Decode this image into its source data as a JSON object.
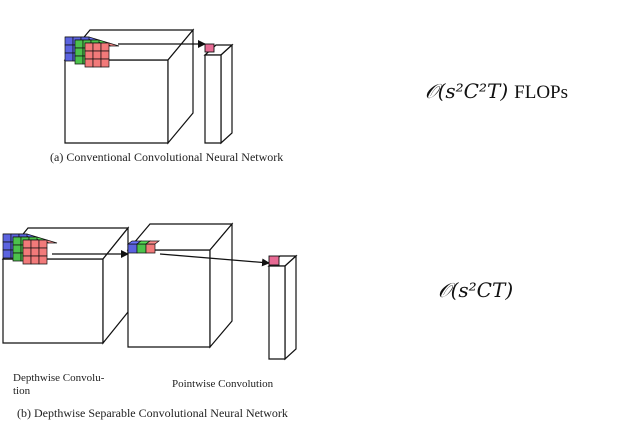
{
  "top_caption": "(a) Conventional Convolutional Neural Network",
  "bottom_caption": "(b) Depthwise Separable Convolutional Neural Network",
  "top_formula": "𝒪(s²C²T)",
  "top_formula_unit": "FLOPs",
  "bottom_formula": "𝒪(s²CT)",
  "depthwise_label_line1": "Depthwise Convolu-",
  "depthwise_label_line2": "tion",
  "pointwise_label": "Pointwise Convolution",
  "colors": {
    "blue": "#5b63e0",
    "green": "#4cc24c",
    "red": "#f27a7a",
    "pink": "#e86a94",
    "outline": "#111111"
  }
}
